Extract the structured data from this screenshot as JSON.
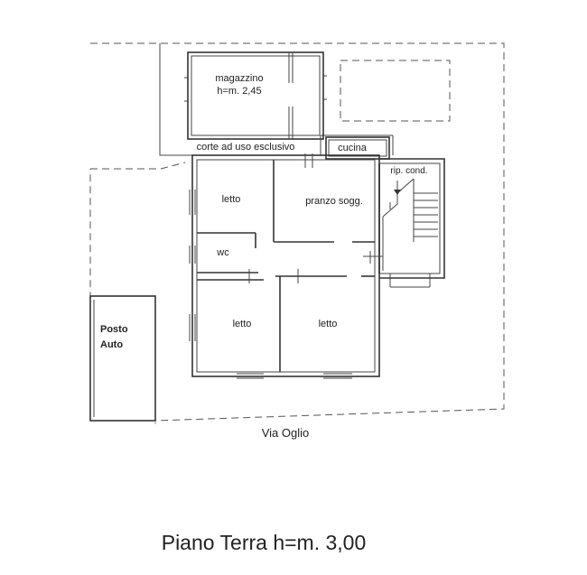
{
  "rooms": {
    "magazzino": "magazzino",
    "magazzino_height": "h=m. 2,45",
    "corte": "corte ad uso esclusivo",
    "cucina": "cucina",
    "rip_cond": "rip. cond.",
    "letto_nw": "letto",
    "pranzo": "pranzo sogg.",
    "wc": "wc",
    "letto_sw": "letto",
    "letto_se": "letto",
    "posto_auto_line1": "Posto",
    "posto_auto_line2": "Auto"
  },
  "street": "Via Oglio",
  "floor_caption": "Piano Terra h=m. 3,00"
}
